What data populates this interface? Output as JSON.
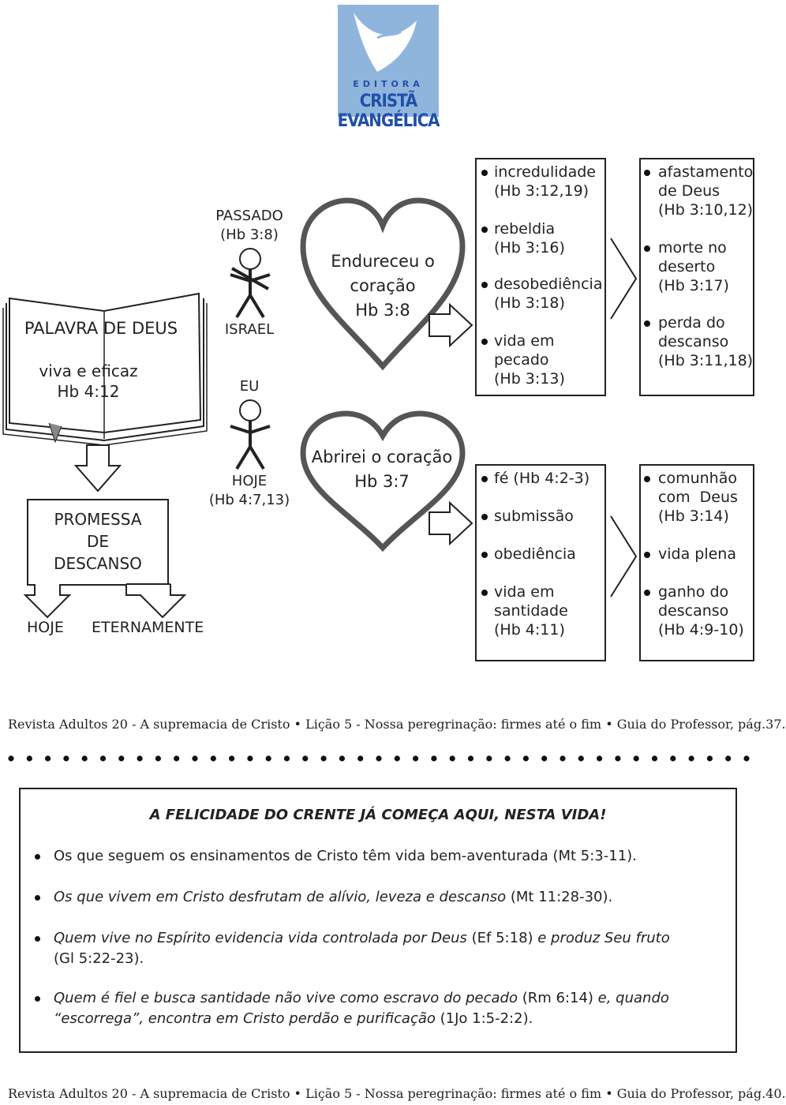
{
  "logo": {
    "line1": "EDITORA",
    "line2": "CRISTÃ EVANGÉLICA",
    "colors": {
      "bg": "#8fb5dd",
      "text": "#1f4fa8"
    }
  },
  "book": {
    "title": "PALAVRA DE DEUS",
    "sub1": "viva e eficaz",
    "sub2": "Hb 4:12"
  },
  "top_figure": {
    "label1": "PASSADO",
    "label2": "(Hb 3:8)",
    "label3": "ISRAEL"
  },
  "bottom_figure": {
    "label_top": "EU",
    "label1": "HOJE",
    "label2": "(Hb 4:7,13)"
  },
  "heart_top": {
    "line1": "Endureceu o",
    "line2": "coração",
    "line3": "Hb 3:8"
  },
  "heart_bottom": {
    "line1": "Abrirei o coração",
    "line2": "Hb 3:7"
  },
  "box_top_mid": {
    "items": [
      {
        "l1": "incredulidade",
        "l2": "(Hb 3:12,19)"
      },
      {
        "l1": "rebeldia",
        "l2": "(Hb 3:16)"
      },
      {
        "l1": "desobediência",
        "l2": "(Hb 3:18)"
      },
      {
        "l1": "vida em",
        "l2": "pecado",
        "l3": "(Hb 3:13)"
      }
    ]
  },
  "box_top_right": {
    "items": [
      {
        "l1": "afastamento",
        "l2": "de Deus",
        "l3": "(Hb 3:10,12)"
      },
      {
        "l1": "morte no",
        "l2": "deserto",
        "l3": "(Hb 3:17)"
      },
      {
        "l1": "perda do",
        "l2": "descanso",
        "l3": "(Hb 3:11,18)"
      }
    ]
  },
  "box_bottom_mid": {
    "items": [
      {
        "l1": "fé (Hb 4:2-3)"
      },
      {
        "l1": "submissão"
      },
      {
        "l1": "obediência"
      },
      {
        "l1": "vida em",
        "l2": "santidade",
        "l3": "(Hb 4:11)"
      }
    ]
  },
  "box_bottom_right": {
    "items": [
      {
        "l1": "comunhão",
        "l2": "com  Deus",
        "l3": "(Hb 3:14)"
      },
      {
        "l1": "vida plena"
      },
      {
        "l1": "ganho do",
        "l2": "descanso",
        "l3": "(Hb 4:9-10)"
      }
    ]
  },
  "promessa": {
    "l1": "PROMESSA",
    "l2": "DE",
    "l3": "DESCANSO",
    "left": "HOJE",
    "right": "ETERNAMENTE"
  },
  "footer1": "Revista Adultos 20 - A supremacia de Cristo • Lição 5 - Nossa peregrinação: firmes até o fim • Guia do Professor, pág.37.",
  "bottom": {
    "title": "A FELICIDADE DO CRENTE JÁ COMEÇA AQUI, NESTA VIDA!",
    "b1": "Os que seguem os ensinamentos de Cristo têm vida bem-aventurada (Mt 5:3-11).",
    "b2_it": "Os que vivem em Cristo desfrutam de alívio, leveza e descanso",
    "b2_rest": " (Mt 11:28-30).",
    "b3_it1": "Quem vive no Espírito evidencia vida controlada por Deus",
    "b3_mid": " (Ef 5:18) ",
    "b3_it2": "e produz Seu fruto",
    "b3_line2": "(Gl 5:22-23).",
    "b4_it1": "Quem é fiel e busca santidade não vive como escravo do pecado",
    "b4_mid": " (Rm 6:14) ",
    "b4_it2": "e, quando",
    "b4_line2_it": "“escorrega”, encontra em Cristo perdão e purificação",
    "b4_line2_rest": " (1Jo 1:5-2:2)."
  },
  "footer2": "Revista Adultos 20 - A supremacia de Cristo • Lição 5 - Nossa peregrinação: firmes até o fim • Guia do Professor, pág.40."
}
